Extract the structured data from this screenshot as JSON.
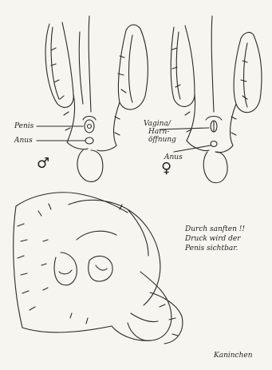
{
  "male_panel": {
    "label_penis": "Penis",
    "label_anus": "Anus",
    "symbol": "♂"
  },
  "female_panel": {
    "label_vagina": "Vagina/",
    "label_opening_line1": "Harn-",
    "label_opening_line2": "öffnung",
    "label_anus": "Anus",
    "symbol": "♀"
  },
  "hand_panel": {
    "note_line1": "Durch sanften !!",
    "note_line2": "Druck wird der",
    "note_line3": "Penis sichtbar."
  },
  "signature": "Kaninchen",
  "colors": {
    "paper": "#f7f5f0",
    "ink": "#222222"
  }
}
